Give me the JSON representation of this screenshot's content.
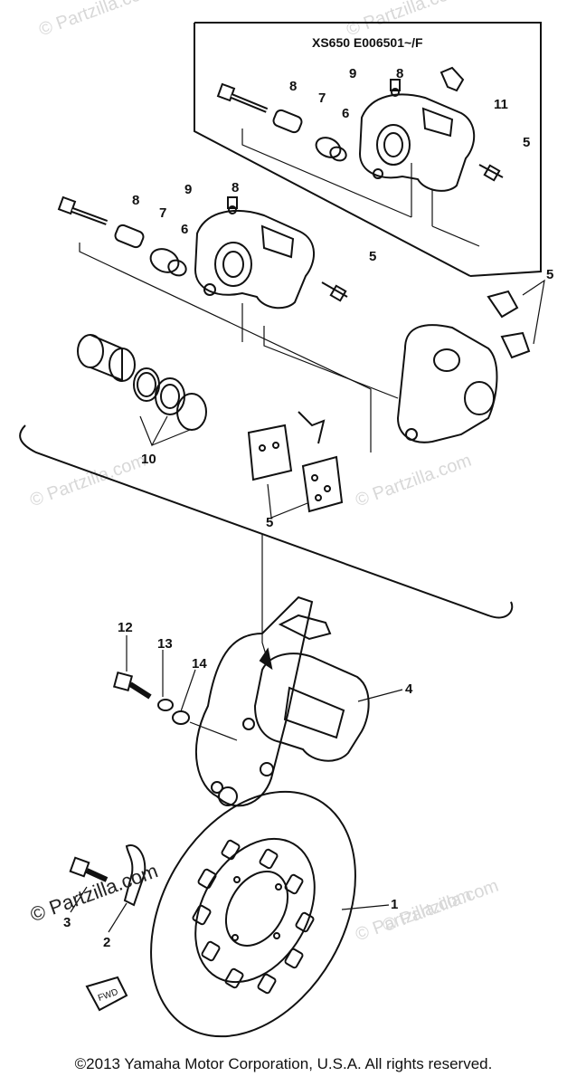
{
  "model_note": "XS650 E006501~/F",
  "watermark": "© Partzilla.com",
  "footer": "©2013 Yamaha Motor Corporation, U.S.A. All rights reserved.",
  "callouts": {
    "n1": "1",
    "n2": "2",
    "n3": "3",
    "n4": "4",
    "n5": "5",
    "n6": "6",
    "n7": "7",
    "n8": "8",
    "n9": "9",
    "n10": "10",
    "n11": "11",
    "n12": "12",
    "n13": "13",
    "n14": "14"
  }
}
